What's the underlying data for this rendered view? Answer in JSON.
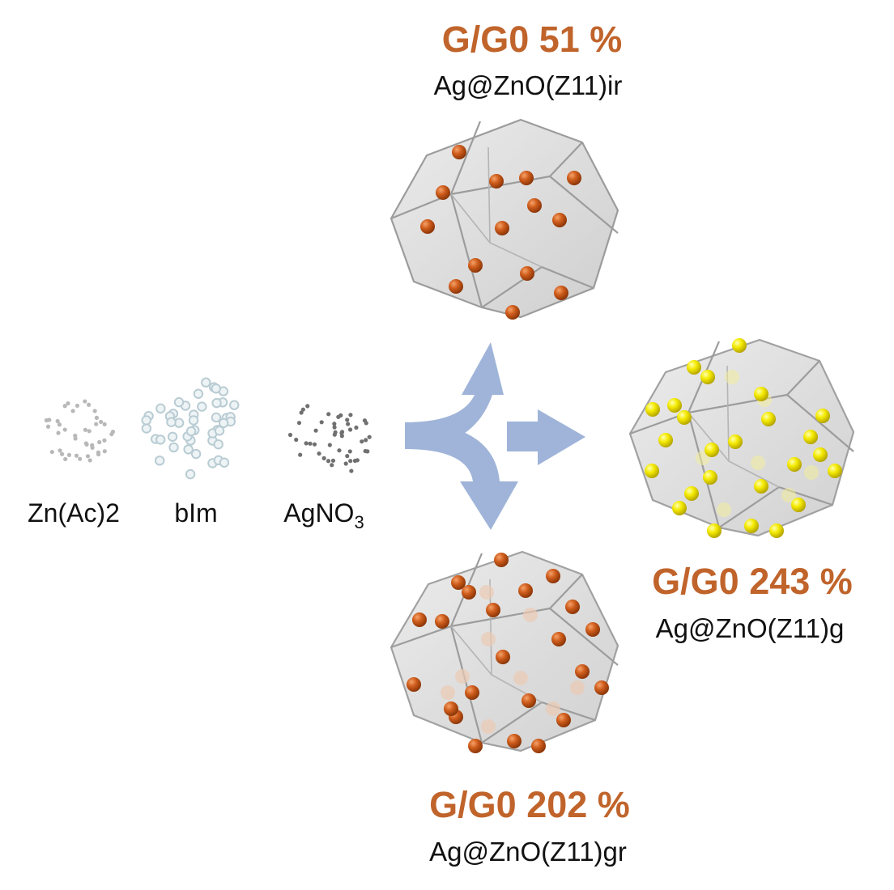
{
  "reagents": [
    {
      "label": "Zn(Ac)2",
      "sub": "",
      "dot_color": "#b8b8b8",
      "dot_style": "filled-small"
    },
    {
      "label": "bIm",
      "sub": "",
      "dot_color": "#b9ccd3",
      "dot_style": "ring"
    },
    {
      "label": "AgNO",
      "sub": "3",
      "dot_color": "#707070",
      "dot_style": "filled-small"
    }
  ],
  "products": [
    {
      "id": "ir",
      "value": "G/G0 51 %",
      "name": "Ag@ZnO(Z11)ir",
      "particle_color": "#c8581a",
      "particle_placement": "surface"
    },
    {
      "id": "g",
      "value": "G/G0 243 %",
      "name": "Ag@ZnO(Z11)g",
      "particle_color": "#f2e600",
      "particle_placement": "surface-and-embedded"
    },
    {
      "id": "gr",
      "value": "G/G0 202 %",
      "name": "Ag@ZnO(Z11)gr",
      "particle_color": "#c8581a",
      "particle_placement": "surface-and-embedded"
    }
  ],
  "colors": {
    "value_text": "#c0642b",
    "arrow": "#9fb4d8",
    "crystal_fill": "#dcdcdc",
    "crystal_edge": "#9c9c9c"
  },
  "arrows": {
    "directions": [
      "up",
      "right",
      "down"
    ]
  }
}
